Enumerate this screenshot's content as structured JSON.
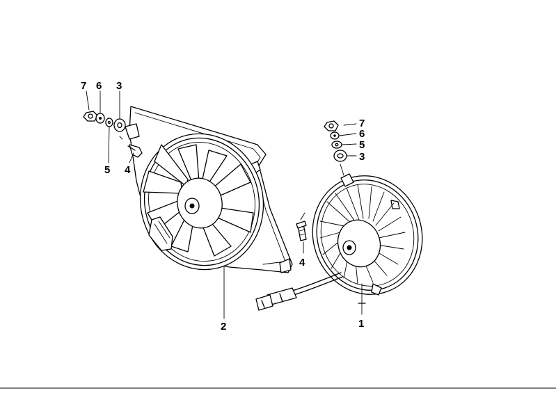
{
  "labels": {
    "left_7": "7",
    "left_6": "6",
    "left_3": "3",
    "left_5": "5",
    "left_4": "4",
    "right_7": "7",
    "right_6": "6",
    "right_5": "5",
    "right_3": "3",
    "right_4": "4",
    "part_2": "2",
    "part_1": "1"
  },
  "colors": {
    "ink": "#000000",
    "paper": "#ffffff"
  },
  "icons": {
    "small_fan": "fan-assembly-icon",
    "large_fan": "fan-shroud-icon",
    "connector": "plug-connector-icon"
  }
}
